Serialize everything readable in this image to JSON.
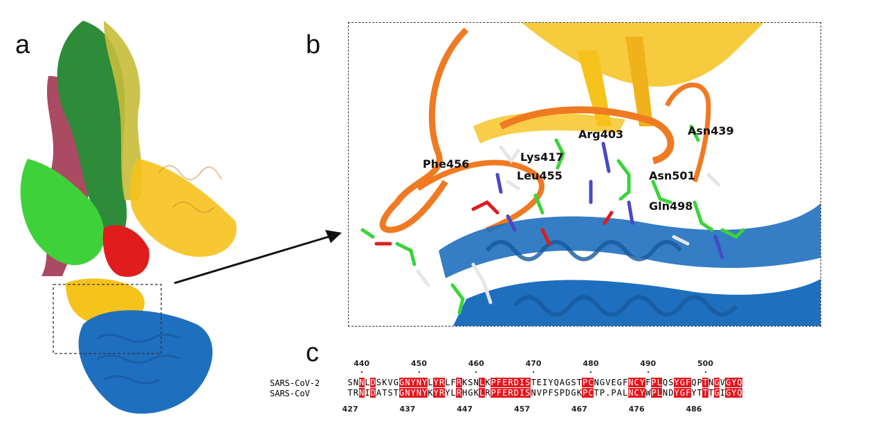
{
  "panels": {
    "a": "a",
    "b": "b",
    "c": "c"
  },
  "residue_labels": {
    "arg403": "Arg403",
    "asn439": "Asn439",
    "lys417": "Lys417",
    "phe456": "Phe456",
    "leu455": "Leu455",
    "asn501": "Asn501",
    "gln498": "Gln498"
  },
  "alignment": {
    "sequences": [
      {
        "name": "SARS-CoV-2",
        "seq": "SNNLDSKVGGNYNYLYRLFRKSNLKPFERDISTEIYQAGSTPCNGVEGFNCYFPLQSYGFQPTNGVGYQ"
      },
      {
        "name": "SARS-CoV",
        "seq": "TRNIDATSTGNYNYKYRYLRHGKLRPFERDISNVPFSPDGKPCTP.PALNCYWPLNDYGFYTTTGIGYQ"
      }
    ],
    "top_numbers": [
      "440",
      "450",
      "460",
      "470",
      "480",
      "490",
      "500"
    ],
    "bottom_numbers": [
      "427",
      "437",
      "447",
      "457",
      "467",
      "476",
      "486"
    ]
  },
  "colors": {
    "receptor": "#1f6fbf",
    "rbd_orange": "#f07a22",
    "rbd_yellow": "#f6c21c",
    "chain_green_dark": "#2e8b3a",
    "chain_green_light": "#3fd13a",
    "chain_maroon": "#9c2c48",
    "chain_olive": "#c6bc3a",
    "residue_green": "#3ad33a",
    "residue_blue": "#4848c8",
    "residue_red": "#e01c1c",
    "highlight_red": "#e4161d"
  }
}
